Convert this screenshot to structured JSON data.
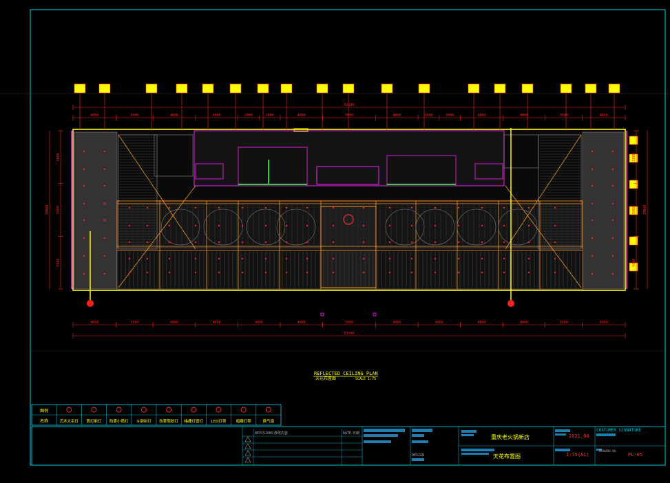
{
  "drawing": {
    "title_en": "REFLECTED CEILING PLAN",
    "title_cn": "天花布置图",
    "scale_text": "SCALE 1:75"
  },
  "dimensions": {
    "top_total": "52100",
    "bottom_total": "53100",
    "top_segments": [
      "4050",
      "3500",
      "4000",
      "4000",
      "2000",
      "2000",
      "4000",
      "5000",
      "4000",
      "2000",
      "2000",
      "4000",
      "4000",
      "3500",
      "4050"
    ],
    "bottom_segments": [
      "4050",
      "3500",
      "4000",
      "4000",
      "4000",
      "4000",
      "5000",
      "4000",
      "4000",
      "4000",
      "4000",
      "3500",
      "4050"
    ],
    "left_total": "15000",
    "left_segments": [
      "5000",
      "5000",
      "5000"
    ],
    "right_total": "15000",
    "right_segments": [
      "5000",
      "5000",
      "5000"
    ]
  },
  "legend": {
    "header": "图例",
    "name_label": "名称",
    "items": [
      {
        "name": "艺术大吊灯",
        "icon": "chandelier-icon"
      },
      {
        "name": "筒灯射灯",
        "icon": "downlight-icon"
      },
      {
        "name": "防雾小筒灯",
        "icon": "small-downlight-icon"
      },
      {
        "name": "斗胆射灯",
        "icon": "spotlight-icon"
      },
      {
        "name": "防雾筒射灯",
        "icon": "fog-light-icon"
      },
      {
        "name": "格栅灯管灯",
        "icon": "grille-light-icon"
      },
      {
        "name": "LED灯带",
        "icon": "led-strip-icon"
      },
      {
        "name": "暗藏灯带",
        "icon": "hidden-strip-icon"
      },
      {
        "name": "换气扇",
        "icon": "fan-icon"
      }
    ]
  },
  "title_block": {
    "revision_header": "REVISIONS",
    "revision_cn": "修改内容",
    "date_header": "DATE",
    "date_cn": "日期",
    "project_name": "重庆老火锅新店",
    "drawing_name": "天花布置图",
    "date_value": "2021.04",
    "scale_value": "1:75(A1)",
    "customer_label": "CUSTOMER SIGNATURE",
    "drawing_no_label": "DRAWING NO.",
    "drawing_no": "PL-05",
    "checked_code": "DESIGN"
  },
  "colors": {
    "frame": "#00b4c8",
    "dimension": "#ff2020",
    "outline": "#ffff00",
    "wall": "#d020d0",
    "accent_green": "#20e020",
    "orange": "#ff9a20"
  }
}
